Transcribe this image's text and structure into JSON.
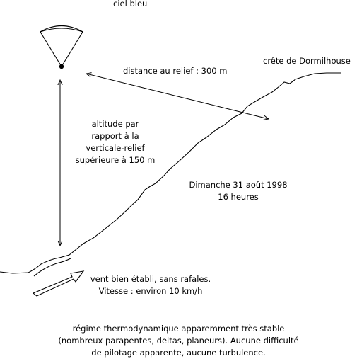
{
  "labels": {
    "sky": "ciel bleu",
    "ridge": "crête de Dormilhouse",
    "distance": "distance au relief : 300 m",
    "altitude": [
      "altitude par",
      "rapport à la",
      "verticale-relief",
      "supérieure à 150 m"
    ],
    "date": [
      "Dimanche 31 août 1998",
      "16 heures"
    ],
    "wind": [
      "vent bien établi, sans rafales.",
      "Vitesse : environ 10 km/h"
    ],
    "regime": [
      "régime thermodynamique apparemment très stable",
      "(nombreux parapentes, deltas, planeurs). Aucune difficulté",
      "de pilotage apparente, aucune turbulence."
    ]
  }
}
